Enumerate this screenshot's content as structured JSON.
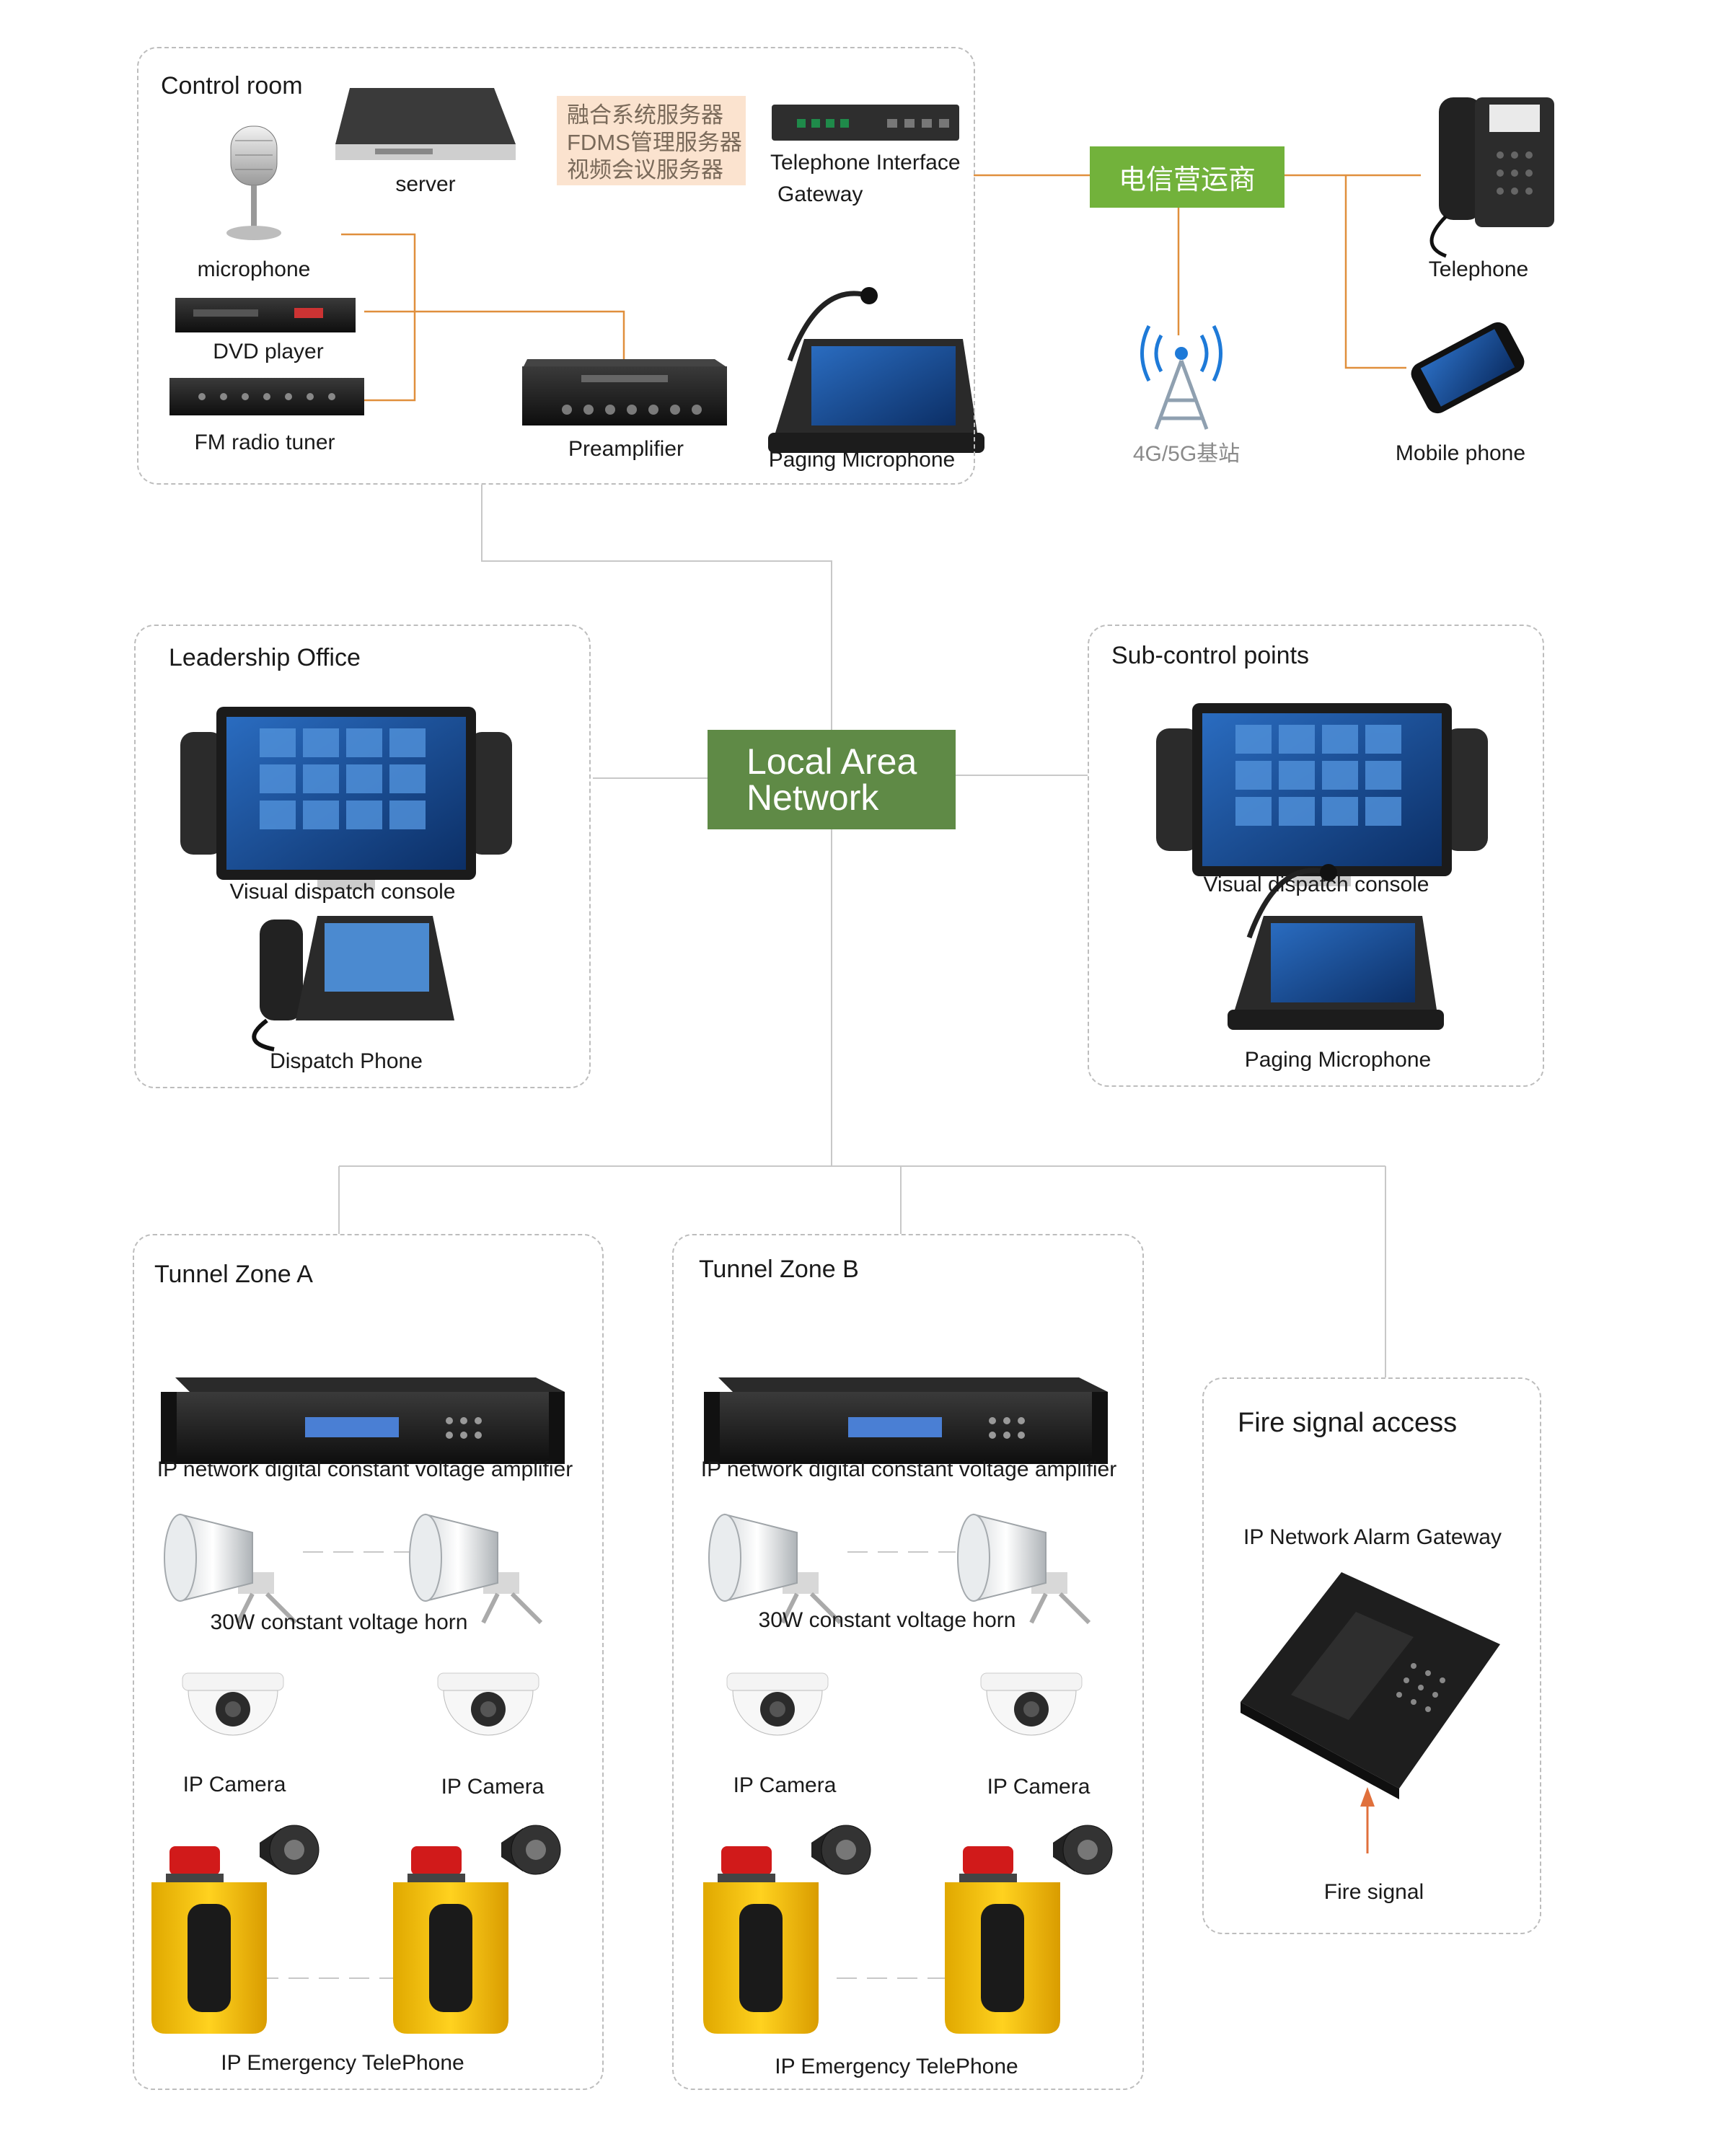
{
  "colors": {
    "accent_green": "#72b23b",
    "lan_green": "#5f8a46",
    "connector_orange": "#e08f3c",
    "connector_grey": "#c8c8c8",
    "zone_border": "#bdbdbd",
    "chinese_box_bg": "#fbe3cf"
  },
  "control_room": {
    "title": "Control room",
    "server": "server",
    "server_box_lines": [
      "融合系统服务器",
      "FDMS管理服务器",
      "视频会议服务器"
    ],
    "gateway_line1": "Telephone Interface",
    "gateway_line2": "Gateway",
    "microphone": "microphone",
    "dvd": "DVD player",
    "fm": "FM radio tuner",
    "preamp": "Preamplifier",
    "paging_mic": "Paging Microphone"
  },
  "carrier": {
    "label": "电信营运商",
    "telephone": "Telephone",
    "mobile": "Mobile phone",
    "tower": "4G/5G基站"
  },
  "lan": {
    "line1": "Local Area",
    "line2": "Network"
  },
  "leadership_office": {
    "title": "Leadership Office",
    "console": "Visual dispatch console",
    "phone": "Dispatch Phone"
  },
  "sub_control": {
    "title": "Sub-control points",
    "console": "Visual dispatch console",
    "paging_mic": "Paging Microphone"
  },
  "zone_a": {
    "title": "Tunnel Zone A",
    "amplifier": "IP network digital constant voltage amplifier",
    "horn": "30W constant voltage horn",
    "camera1": "IP Camera",
    "camera2": "IP Camera",
    "emergency": "IP Emergency TelePhone"
  },
  "zone_b": {
    "title": "Tunnel Zone B",
    "amplifier": "IP network digital constant voltage amplifier",
    "horn": "30W constant voltage horn",
    "camera1": "IP Camera",
    "camera2": "IP Camera",
    "emergency": "IP Emergency TelePhone"
  },
  "fire": {
    "title": "Fire signal access",
    "gateway": "IP Network Alarm Gateway",
    "signal": "Fire signal"
  },
  "icons": [
    "microphone-icon",
    "server-icon",
    "gateway-icon",
    "dvd-player-icon",
    "fm-tuner-icon",
    "preamplifier-icon",
    "paging-microphone-icon",
    "desk-telephone-icon",
    "mobile-phone-icon",
    "cell-tower-icon",
    "dispatch-console-icon",
    "dispatch-phone-icon",
    "amplifier-icon",
    "horn-icon",
    "dome-camera-icon",
    "emergency-telephone-icon",
    "alarm-gateway-icon"
  ]
}
